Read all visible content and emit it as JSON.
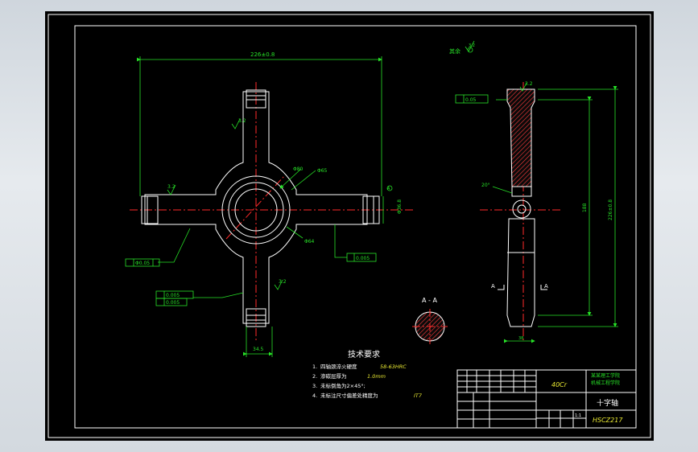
{
  "drawing": {
    "main_view": {
      "overall_dimension": "226±0.8",
      "roughness_top": "3.2",
      "roughness_left": "3.2",
      "roughness_bottom": "3.2",
      "hub_diameter": "Φ80",
      "hub_diameter_2": "Φ65",
      "hub_diameter_3": "Φ64",
      "end_dimension": "Φ36.8",
      "tol_position": "Φ0.05",
      "tol_parallel": "0.005",
      "tol_parallel_2": "0.005",
      "tol_perp": "0.005",
      "shaft_length": "34.5",
      "datum_a": "A"
    },
    "side_view": {
      "note": "其余",
      "roughness": "3.2",
      "tol_flat": "0.05",
      "chamfer": "20°",
      "length_dim": "188",
      "total_dim": "226±0.8",
      "bottom_dim": "38",
      "section_mark_left": "A",
      "section_mark_right": "A"
    },
    "section": {
      "label": "A - A"
    },
    "requirements": {
      "title": "技术要求",
      "items": [
        {
          "num": "1.",
          "text": "四轴颈淬火硬度",
          "value": "58-63HRC"
        },
        {
          "num": "2.",
          "text": "渗碳层厚为",
          "value": "1.0mm"
        },
        {
          "num": "3.",
          "text": "未标倒角为2×45°;",
          "value": ""
        },
        {
          "num": "4.",
          "text": "未标注尺寸偏差处精度为",
          "value": "IT7"
        }
      ]
    },
    "title_block": {
      "material": "40Cr",
      "school_line1": "某某理工学院",
      "school_line2": "机械工程学院",
      "part_name": "十字轴",
      "drawing_no": "HSCZ217",
      "scale": "1:1"
    }
  }
}
